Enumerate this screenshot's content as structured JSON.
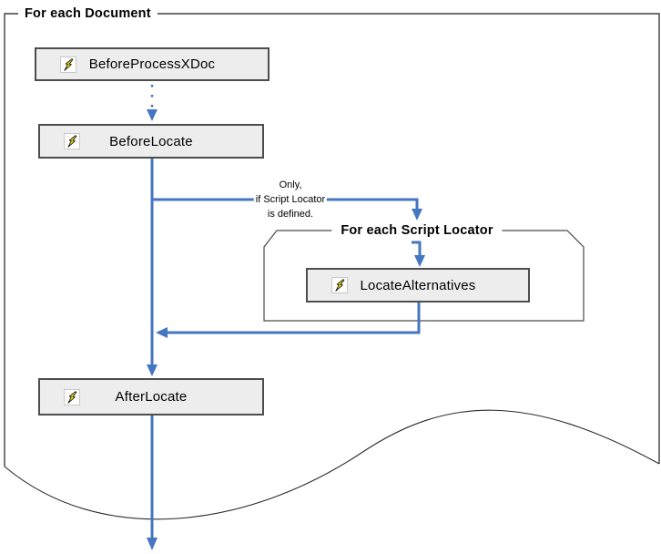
{
  "diagram": {
    "outer_frame": {
      "title": "For each Document"
    },
    "inner_frame": {
      "title": "For each Script Locator"
    },
    "nodes": [
      {
        "label": "BeforeProcessXDoc",
        "icon": "lightning-bolt-icon"
      },
      {
        "label": "BeforeLocate",
        "icon": "lightning-bolt-icon"
      },
      {
        "label": "LocateAlternatives",
        "icon": "lightning-bolt-icon"
      },
      {
        "label": "AfterLocate",
        "icon": "lightning-bolt-icon"
      }
    ],
    "note": {
      "lines": [
        "Only,",
        "if Script Locator",
        "is defined."
      ]
    },
    "edges": [
      {
        "from": "BeforeProcessXDoc",
        "to": "BeforeLocate",
        "style": "dotted-arrow"
      },
      {
        "from": "BeforeLocate",
        "to": "For each Script Locator",
        "style": "solid-arrow",
        "condition": "Only, if Script Locator is defined."
      },
      {
        "from": "For each Script Locator",
        "to": "LocateAlternatives",
        "style": "solid-arrow"
      },
      {
        "from": "LocateAlternatives",
        "to": "main flow",
        "style": "solid-arrow"
      },
      {
        "from": "BeforeLocate",
        "to": "AfterLocate",
        "style": "solid-arrow"
      },
      {
        "from": "AfterLocate",
        "to": "continuation below tear",
        "style": "solid-arrow"
      }
    ],
    "colors": {
      "connector_blue": "#4576c2",
      "node_fill": "#ededed",
      "node_border": "#4d4d4d",
      "frame_border": "#3d3d3d",
      "bolt_yellow": "#f5e40a",
      "text": "#000000"
    }
  }
}
